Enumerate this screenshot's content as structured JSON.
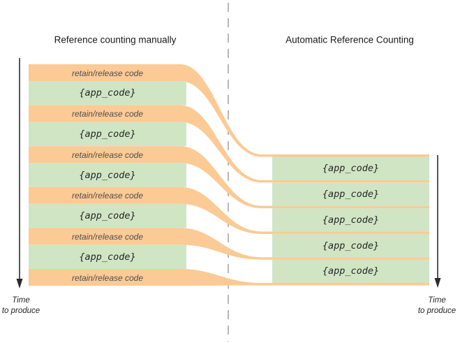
{
  "titles": {
    "left": "Reference counting manually",
    "right": "Automatic Reference Counting"
  },
  "left_column": {
    "bands": [
      {
        "type": "retain",
        "label": "retain/release code"
      },
      {
        "type": "app",
        "label": "{app_code}"
      },
      {
        "type": "retain",
        "label": "retain/release code"
      },
      {
        "type": "app",
        "label": "{app_code}"
      },
      {
        "type": "retain",
        "label": "retain/release code"
      },
      {
        "type": "app",
        "label": "{app_code}"
      },
      {
        "type": "retain",
        "label": "retain/release code"
      },
      {
        "type": "app",
        "label": "{app_code}"
      },
      {
        "type": "retain",
        "label": "retain/release code"
      },
      {
        "type": "app",
        "label": "{app_code}"
      },
      {
        "type": "retain",
        "label": "retain/release code"
      }
    ]
  },
  "right_column": {
    "bands": [
      {
        "type": "retain-thin",
        "label": ""
      },
      {
        "type": "app",
        "label": "{app_code}"
      },
      {
        "type": "retain-thin",
        "label": ""
      },
      {
        "type": "app",
        "label": "{app_code}"
      },
      {
        "type": "retain-thin",
        "label": ""
      },
      {
        "type": "app",
        "label": "{app_code}"
      },
      {
        "type": "retain-thin",
        "label": ""
      },
      {
        "type": "app",
        "label": "{app_code}"
      },
      {
        "type": "retain-thin",
        "label": ""
      },
      {
        "type": "app",
        "label": "{app_code}"
      },
      {
        "type": "retain-thin",
        "label": ""
      }
    ]
  },
  "time_axis": {
    "line1": "Time",
    "line2": "to produce"
  },
  "colors": {
    "orange_band": "#FBCA95",
    "green_band": "#D0E5C4",
    "dashed_divider": "#999999",
    "arrow": "#2b2b2b",
    "retain_text": "#4f4f4f",
    "app_text": "#262626"
  }
}
